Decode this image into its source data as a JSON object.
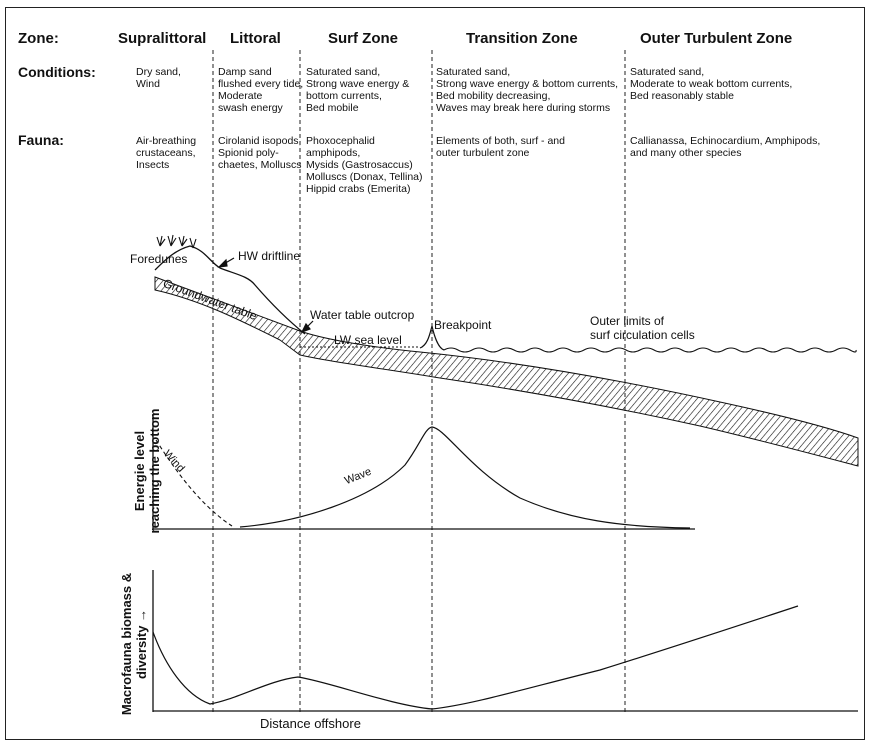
{
  "row_labels": {
    "zone": "Zone:",
    "conditions": "Conditions:",
    "fauna": "Fauna:"
  },
  "zones": [
    {
      "name": "Supralittoral",
      "conditions": "Dry sand,\nWind",
      "fauna": "Air-breathing\ncrustaceans,\nInsects"
    },
    {
      "name": "Littoral",
      "conditions": "Damp sand\nflushed every tide,\nModerate\nswash energy",
      "fauna": "Cirolanid isopods,\nSpionid poly-\nchaetes, Molluscs"
    },
    {
      "name": "Surf Zone",
      "conditions": "Saturated sand,\nStrong wave energy &\nbottom currents,\nBed mobile",
      "fauna": "Phoxocephalid\namphipods,\nMysids (Gastrosaccus)\nMolluscs (Donax, Tellina)\nHippid crabs (Emerita)"
    },
    {
      "name": "Transition Zone",
      "conditions": "Saturated sand,\nStrong wave energy & bottom currents,\nBed mobility decreasing,\nWaves may break here during storms",
      "fauna": "Elements of both, surf - and\nouter turbulent zone"
    },
    {
      "name": "Outer Turbulent Zone",
      "conditions": "Saturated sand,\nModerate to weak bottom currents,\nBed reasonably stable",
      "fauna": "Callianassa, Echinocardium, Amphipods,\nand many other species"
    }
  ],
  "profile_labels": {
    "foredunes": "Foredunes",
    "hw_driftline": "HW driftline",
    "groundwater_table": "Groundwater table",
    "water_table_outcrop": "Water table outcrop",
    "lw_sea_level": "LW sea level",
    "breakpoint": "Breakpoint",
    "outer_limits": "Outer limits of\nsurf circulation cells"
  },
  "energy_panel": {
    "ylabel": "Energie level\nreaching the bottom",
    "wind_label": "Wind",
    "wave_label": "Wave"
  },
  "biomass_panel": {
    "ylabel": "Macrofauna biomass &\ndiversity →",
    "xlabel": "Distance offshore"
  }
}
